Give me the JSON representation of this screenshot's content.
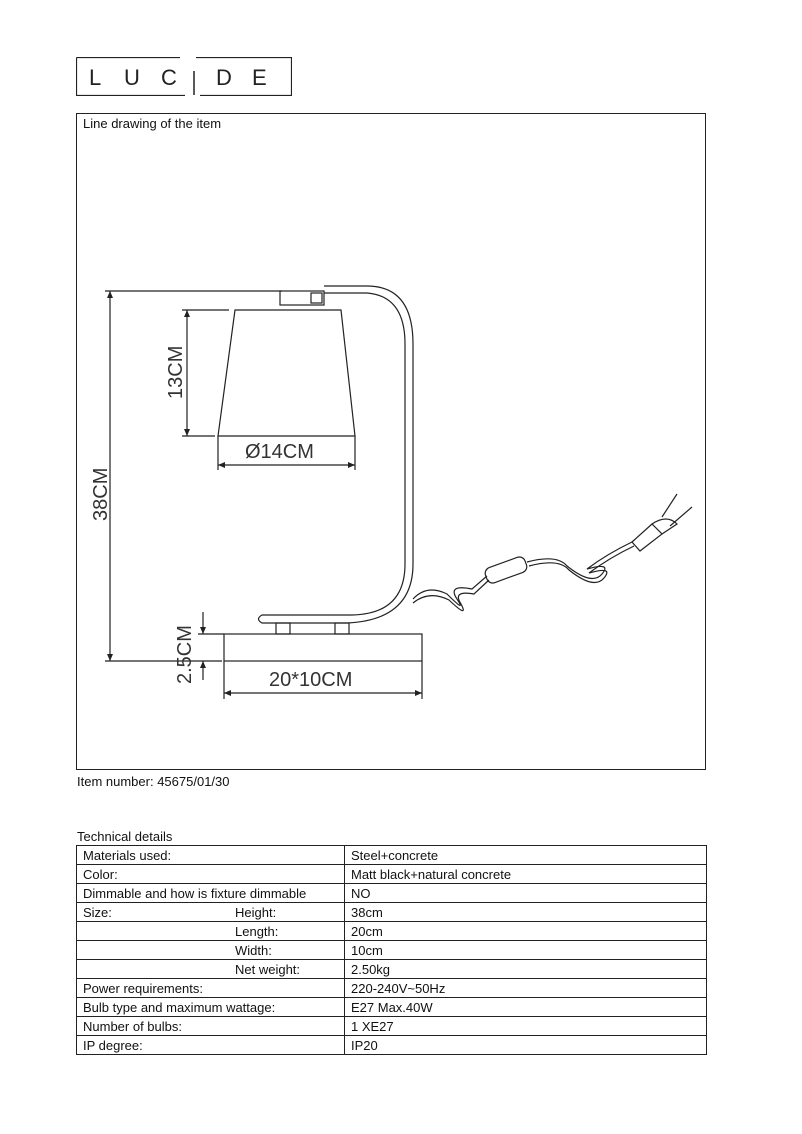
{
  "brand": {
    "logo_text": "LUCIDE",
    "letters": [
      "L",
      "U",
      "C",
      "I",
      "D",
      "E"
    ]
  },
  "drawing": {
    "caption": "Line drawing of the item",
    "dimensions": {
      "total_height": "38CM",
      "shade_height": "13CM",
      "shade_diameter": "Ø14CM",
      "base_height": "2.5CM",
      "base_size": "20*10CM"
    }
  },
  "item_number": "Item number: 45675/01/30",
  "technical_details": {
    "title": "Technical details",
    "rows": [
      {
        "label": "Materials used:",
        "sublabel": "",
        "value": "Steel+concrete"
      },
      {
        "label": "Color:",
        "sublabel": "",
        "value": "Matt black+natural concrete"
      },
      {
        "label": "Dimmable and how is fixture dimmable",
        "sublabel": "",
        "value": "NO"
      },
      {
        "label": "Size:",
        "sublabel": "Height:",
        "value": "38cm"
      },
      {
        "label": "",
        "sublabel": "Length:",
        "value": "20cm"
      },
      {
        "label": "",
        "sublabel": "Width:",
        "value": "10cm"
      },
      {
        "label": "",
        "sublabel": "Net weight:",
        "value": "2.50kg"
      },
      {
        "label": "Power requirements:",
        "sublabel": "",
        "value": "220-240V~50Hz"
      },
      {
        "label": "Bulb type and maximum wattage:",
        "sublabel": "",
        "value": "E27 Max.40W"
      },
      {
        "label": "Number of bulbs:",
        "sublabel": "",
        "value": "1 XE27"
      },
      {
        "label": "IP degree:",
        "sublabel": "",
        "value": "IP20"
      }
    ]
  }
}
